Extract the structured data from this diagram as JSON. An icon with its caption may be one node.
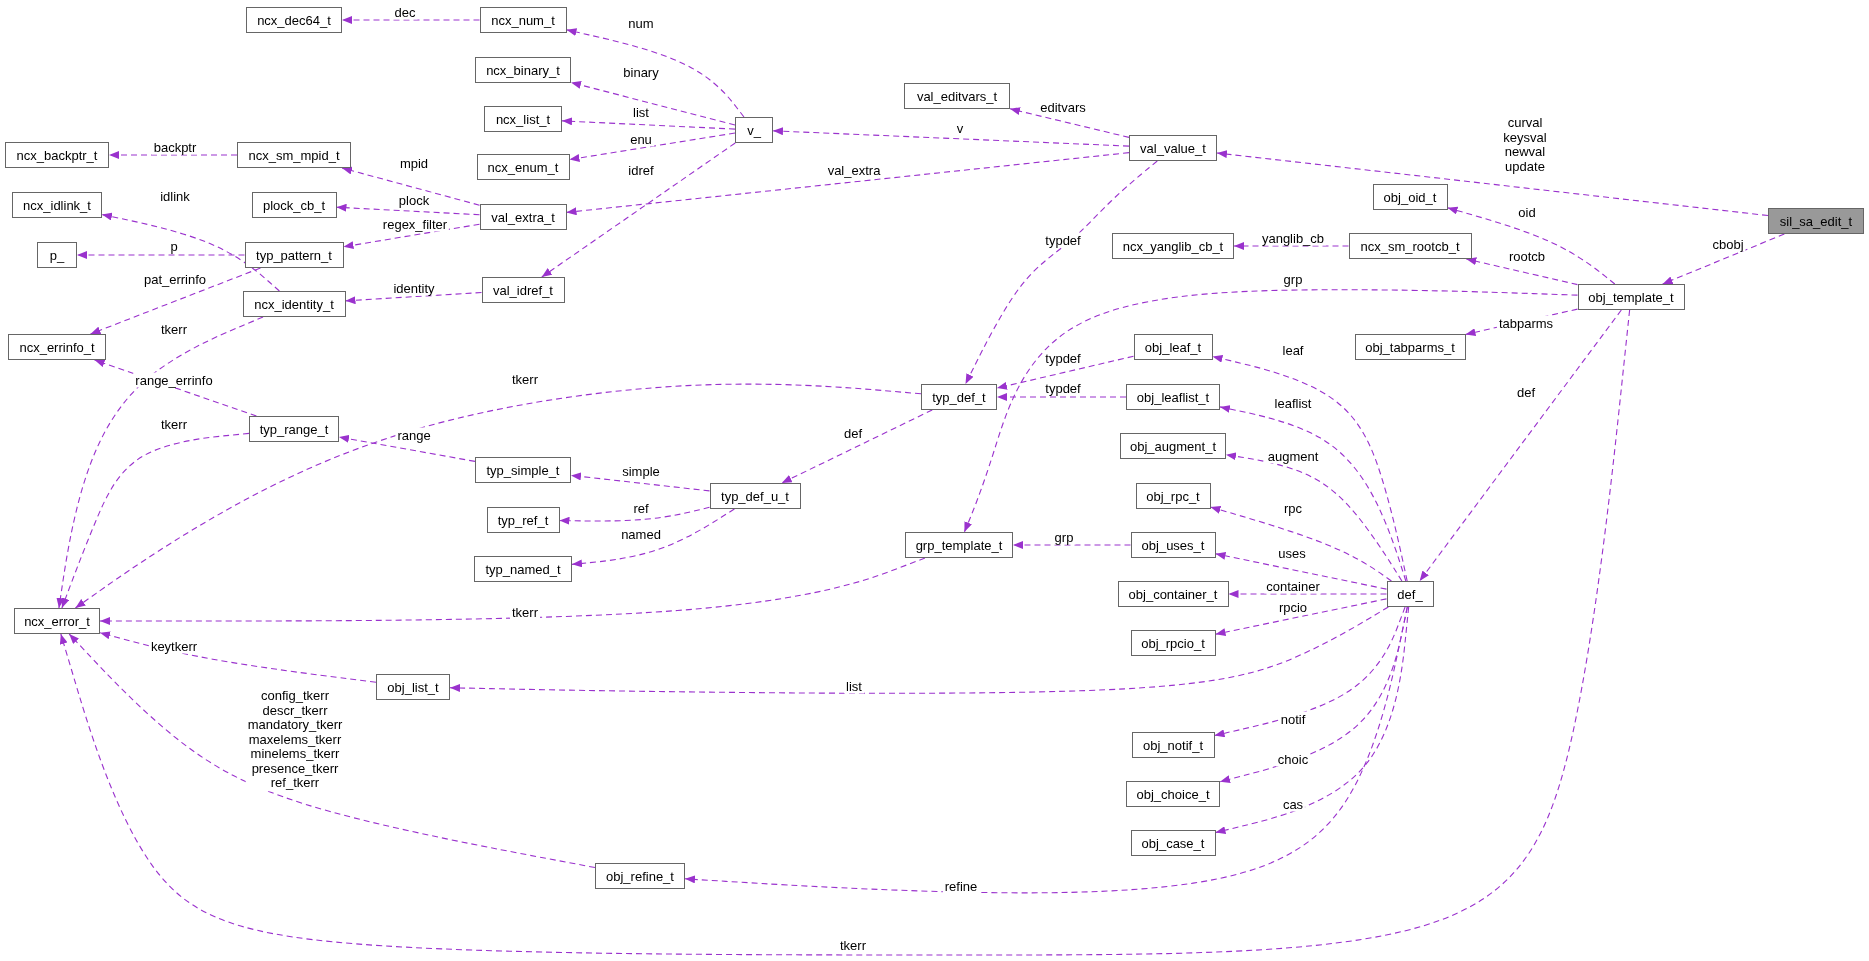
{
  "diagram": {
    "nodes": [
      {
        "text": [
          "ncx_dec64_t"
        ]
      },
      {
        "text": [
          "ncx_num_t"
        ]
      },
      {
        "text": [
          "ncx_binary_t"
        ]
      },
      {
        "text": [
          "ncx_list_t"
        ]
      },
      {
        "text": [
          "ncx_enum_t"
        ]
      },
      {
        "text": [
          "v_"
        ]
      },
      {
        "text": [
          "val_editvars_t"
        ]
      },
      {
        "text": [
          "val_value_t"
        ]
      },
      {
        "text": [
          "sil_sa_edit_t"
        ]
      },
      {
        "text": [
          "ncx_backptr_t"
        ]
      },
      {
        "text": [
          "ncx_sm_mpid_t"
        ]
      },
      {
        "text": [
          "ncx_idlink_t"
        ]
      },
      {
        "text": [
          "plock_cb_t"
        ]
      },
      {
        "text": [
          "val_extra_t"
        ]
      },
      {
        "text": [
          "p_"
        ]
      },
      {
        "text": [
          "typ_pattern_t"
        ]
      },
      {
        "text": [
          "ncx_identity_t"
        ]
      },
      {
        "text": [
          "val_idref_t"
        ]
      },
      {
        "text": [
          "ncx_errinfo_t"
        ]
      },
      {
        "text": [
          "obj_oid_t"
        ]
      },
      {
        "text": [
          "ncx_yanglib_cb_t"
        ]
      },
      {
        "text": [
          "ncx_sm_rootcb_t"
        ]
      },
      {
        "text": [
          "obj_template_t"
        ]
      },
      {
        "text": [
          "obj_tabparms_t"
        ]
      },
      {
        "text": [
          "obj_leaf_t"
        ]
      },
      {
        "text": [
          "typ_def_t"
        ]
      },
      {
        "text": [
          "obj_leaflist_t"
        ]
      },
      {
        "text": [
          "typ_range_t"
        ]
      },
      {
        "text": [
          "obj_augment_t"
        ]
      },
      {
        "text": [
          "typ_simple_t"
        ]
      },
      {
        "text": [
          "typ_def_u_t"
        ]
      },
      {
        "text": [
          "obj_rpc_t"
        ]
      },
      {
        "text": [
          "typ_ref_t"
        ]
      },
      {
        "text": [
          "grp_template_t"
        ]
      },
      {
        "text": [
          "obj_uses_t"
        ]
      },
      {
        "text": [
          "typ_named_t"
        ]
      },
      {
        "text": [
          "ncx_error_t"
        ]
      },
      {
        "text": [
          "obj_container_t"
        ]
      },
      {
        "text": [
          "def_"
        ]
      },
      {
        "text": [
          "obj_rpcio_t"
        ]
      },
      {
        "text": [
          "obj_list_t"
        ]
      },
      {
        "text": [
          "obj_notif_t"
        ]
      },
      {
        "text": [
          "obj_choice_t"
        ]
      },
      {
        "text": [
          "obj_case_t"
        ]
      },
      {
        "text": [
          "obj_refine_t"
        ]
      }
    ],
    "edges": [
      {
        "from": 1,
        "to": 0,
        "arrow": "to",
        "label": "dec",
        "style": "dashed"
      },
      {
        "from": 5,
        "to": 1,
        "arrow": "to",
        "label": "num",
        "style": "dashed"
      },
      {
        "from": 5,
        "to": 2,
        "arrow": "to",
        "label": "binary",
        "style": "dashed"
      },
      {
        "from": 5,
        "to": 3,
        "arrow": "to",
        "label": "list",
        "style": "dashed"
      },
      {
        "from": 5,
        "to": 4,
        "arrow": "to",
        "label": "enu",
        "style": "dashed"
      },
      {
        "from": 5,
        "to": 17,
        "arrow": "to",
        "label": "idref",
        "style": "dashed"
      },
      {
        "from": 7,
        "to": 5,
        "arrow": "to",
        "label": "v",
        "style": "dashed"
      },
      {
        "from": 7,
        "to": 6,
        "arrow": "to",
        "label": "editvars",
        "style": "dashed"
      },
      {
        "from": 7,
        "to": 13,
        "arrow": "to",
        "label": "val_extra",
        "style": "dashed"
      },
      {
        "from": 7,
        "to": 25,
        "arrow": "to",
        "label": "typdef",
        "style": "dashed"
      },
      {
        "from": 8,
        "to": 7,
        "arrow": "to",
        "label": "curval keysval newval update",
        "style": "dashed"
      },
      {
        "from": 8,
        "to": 22,
        "arrow": "to",
        "label": "cbobj",
        "style": "dashed"
      },
      {
        "from": 10,
        "to": 9,
        "arrow": "to",
        "label": "backptr",
        "style": "dashed"
      },
      {
        "from": 13,
        "to": 10,
        "arrow": "to",
        "label": "mpid",
        "style": "dashed"
      },
      {
        "from": 13,
        "to": 12,
        "arrow": "to",
        "label": "plock",
        "style": "dashed"
      },
      {
        "from": 13,
        "to": 15,
        "arrow": "to",
        "label": "regex_filter",
        "style": "dashed"
      },
      {
        "from": 15,
        "to": 14,
        "arrow": "to",
        "label": "p",
        "style": "dashed"
      },
      {
        "from": 15,
        "to": 18,
        "arrow": "to",
        "label": "pat_errinfo",
        "style": "dashed"
      },
      {
        "from": 16,
        "to": 11,
        "arrow": "to",
        "label": "idlink",
        "style": "dashed"
      },
      {
        "from": 16,
        "to": 36,
        "arrow": "to",
        "label": "tkerr",
        "style": "dashed"
      },
      {
        "from": 17,
        "to": 16,
        "arrow": "to",
        "label": "identity",
        "style": "dashed"
      },
      {
        "from": 27,
        "to": 18,
        "arrow": "to",
        "label": "range_errinfo",
        "style": "dashed"
      },
      {
        "from": 27,
        "to": 36,
        "arrow": "to",
        "label": "tkerr",
        "style": "dashed"
      },
      {
        "from": 25,
        "to": 36,
        "arrow": "to",
        "label": "tkerr",
        "style": "dashed"
      },
      {
        "from": 25,
        "to": 30,
        "arrow": "to",
        "label": "def",
        "style": "dashed"
      },
      {
        "from": 29,
        "to": 27,
        "arrow": "to",
        "label": "range",
        "style": "dashed"
      },
      {
        "from": 30,
        "to": 29,
        "arrow": "to",
        "label": "simple",
        "style": "dashed"
      },
      {
        "from": 30,
        "to": 32,
        "arrow": "to",
        "label": "ref",
        "style": "dashed"
      },
      {
        "from": 30,
        "to": 35,
        "arrow": "to",
        "label": "named",
        "style": "dashed"
      },
      {
        "from": 33,
        "to": 36,
        "arrow": "to",
        "label": "tkerr",
        "style": "dashed"
      },
      {
        "from": 40,
        "to": 36,
        "arrow": "to",
        "label": "keytkerr",
        "style": "dashed"
      },
      {
        "from": 44,
        "to": 36,
        "arrow": "to",
        "label": "config_tkerr descr_tkerr mandatory_tkerr maxelems_tkerr minelems_tkerr presence_tkerr ref_tkerr",
        "style": "dashed"
      },
      {
        "from": 22,
        "to": 36,
        "arrow": "to",
        "label": "tkerr",
        "style": "dashed"
      },
      {
        "from": 22,
        "to": 19,
        "arrow": "to",
        "label": "oid",
        "style": "dashed"
      },
      {
        "from": 22,
        "to": 21,
        "arrow": "to",
        "label": "rootcb",
        "style": "dashed"
      },
      {
        "from": 21,
        "to": 20,
        "arrow": "to",
        "label": "yanglib_cb",
        "style": "dashed"
      },
      {
        "from": 22,
        "to": 33,
        "arrow": "to",
        "label": "grp",
        "style": "dashed"
      },
      {
        "from": 22,
        "to": 23,
        "arrow": "to",
        "label": "tabparms",
        "style": "dashed"
      },
      {
        "from": 22,
        "to": 38,
        "arrow": "to",
        "label": "def",
        "style": "dashed"
      },
      {
        "from": 24,
        "to": 25,
        "arrow": "to",
        "label": "typdef",
        "style": "dashed"
      },
      {
        "from": 26,
        "to": 25,
        "arrow": "to",
        "label": "typdef",
        "style": "dashed"
      },
      {
        "from": 34,
        "to": 33,
        "arrow": "to",
        "label": "grp",
        "style": "dashed"
      },
      {
        "from": 38,
        "to": 24,
        "arrow": "to",
        "label": "leaf",
        "style": "dashed"
      },
      {
        "from": 38,
        "to": 26,
        "arrow": "to",
        "label": "leaflist",
        "style": "dashed"
      },
      {
        "from": 38,
        "to": 28,
        "arrow": "to",
        "label": "augment",
        "style": "dashed"
      },
      {
        "from": 38,
        "to": 31,
        "arrow": "to",
        "label": "rpc",
        "style": "dashed"
      },
      {
        "from": 38,
        "to": 34,
        "arrow": "to",
        "label": "uses",
        "style": "dashed"
      },
      {
        "from": 38,
        "to": 37,
        "arrow": "to",
        "label": "container",
        "style": "dashed"
      },
      {
        "from": 38,
        "to": 39,
        "arrow": "to",
        "label": "rpcio",
        "style": "dashed"
      },
      {
        "from": 38,
        "to": 40,
        "arrow": "to",
        "label": "list",
        "style": "dashed"
      },
      {
        "from": 38,
        "to": 41,
        "arrow": "to",
        "label": "notif",
        "style": "dashed"
      },
      {
        "from": 38,
        "to": 42,
        "arrow": "to",
        "label": "choic",
        "style": "dashed"
      },
      {
        "from": 38,
        "to": 43,
        "arrow": "to",
        "label": "cas",
        "style": "dashed"
      },
      {
        "from": 38,
        "to": 44,
        "arrow": "to",
        "label": "refine",
        "style": "dashed"
      }
    ]
  }
}
